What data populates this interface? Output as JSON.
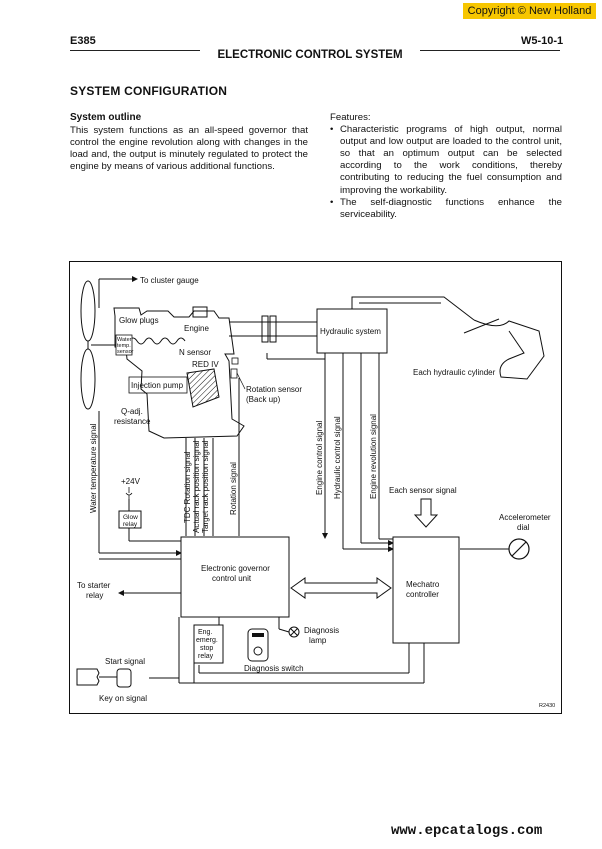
{
  "copyright": "Copyright © New Holland",
  "header": {
    "model": "E385",
    "page_code": "W5-10-1",
    "chapter_title": "ELECTRONIC CONTROL SYSTEM"
  },
  "section_title": "SYSTEM CONFIGURATION",
  "system_outline": {
    "heading": "System outline",
    "body": "This system functions as an all-speed governor that control the engine revolution along with changes in the load and, the output is minutely regulated to protect the engine by means of various additional functions."
  },
  "features": {
    "heading": "Features:",
    "items": [
      "Characteristic programs of high output, normal output and low output are loaded to the control unit, so that an optimum output can be selected according to the work conditions, thereby contributing to reducing the fuel consumption and improving the workability.",
      "The self-diagnostic functions enhance the serviceability."
    ]
  },
  "diagram": {
    "labels": {
      "to_cluster_gauge": "To cluster gauge",
      "glow_plugs": "Glow plugs",
      "engine": "Engine",
      "water_temp_sensor_1": "Water",
      "water_temp_sensor_2": "temp.",
      "water_temp_sensor_3": "sensor",
      "n_sensor": "N sensor",
      "red_iv": "RED IV",
      "injection_pump": "Injection pump",
      "q_adj_1": "Q-adj.",
      "q_adj_2": "resistance",
      "rotation_sensor_1": "Rotation sensor",
      "rotation_sensor_2": "(Back up)",
      "hydraulic_system": "Hydraulic system",
      "each_hydraulic_cylinder": "Each hydraulic cylinder",
      "water_temperature_signal": "Water temperature signal",
      "plus_24v": "+24V",
      "glow_relay_1": "Glow",
      "glow_relay_2": "relay",
      "tdc_rotation_signal": "TDC Rotation signal",
      "actual_rack_position_signal": "Actual rack position signal",
      "target_rack_position_signal": "Target rack position signal",
      "rotation_signal": "Rotation signal",
      "engine_control_signal": "Engine control signal",
      "hydraulic_control_signal": "Hydraulic control signal",
      "engine_revolution_signal": "Engine revolution signal",
      "each_sensor_signal": "Each sensor signal",
      "accelerometer_1": "Accelerometer",
      "accelerometer_2": "dial",
      "to_starter_relay_1": "To starter",
      "to_starter_relay_2": "relay",
      "ecu_1": "Electronic governor",
      "ecu_2": "control unit",
      "mechatro_1": "Mechatro",
      "mechatro_2": "controller",
      "emerg_relay_1": "Eng.",
      "emerg_relay_2": "emerg.",
      "emerg_relay_3": "stop",
      "emerg_relay_4": "relay",
      "diagnosis_lamp_1": "Diagnosis",
      "diagnosis_lamp_2": "lamp",
      "start_signal": "Start signal",
      "diagnosis_switch": "Diagnosis switch",
      "key_on_signal": "Key on signal",
      "figure_id": "R2430"
    }
  },
  "footer_site": "www.epcatalogs.com"
}
